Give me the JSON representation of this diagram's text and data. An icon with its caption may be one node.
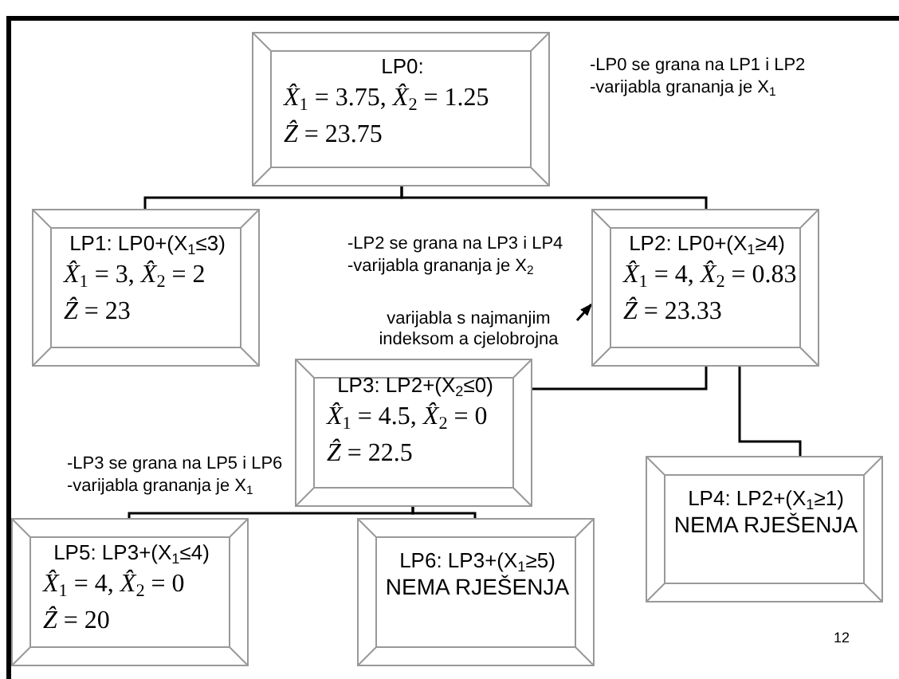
{
  "diagram": {
    "nodes": [
      {
        "text": [
          "LP0:",
          "*X̂*$_{1}$ = 3.75, *X̂*$_{2}$ = 1.25",
          "*Ẑ* = 23.75"
        ]
      },
      {
        "text": [
          "LP1: LP0+(X$_{1}$≤3)",
          "*X̂*$_{1}$ = 3, *X̂*$_{2}$ = 2",
          "*Ẑ* = 23"
        ]
      },
      {
        "text": [
          "LP2: LP0+(X$_{1}$≥4)",
          "*X̂*$_{1}$ = 4, *X̂*$_{2}$ = 0.83",
          "*Ẑ* = 23.33"
        ]
      },
      {
        "text": [
          "LP3: LP2+(X$_{2}$≤0)",
          "*X̂*$_{1}$ = 4.5, *X̂*$_{2}$ = 0",
          "*Ẑ* = 22.5"
        ]
      },
      {
        "text": [
          "LP4: LP2+(X$_{1}$≥1)",
          "NEMA RJEŠENJA"
        ]
      },
      {
        "text": [
          "LP5: LP3+(X$_{1}$≤4)",
          "*X̂*$_{1}$ = 4, *X̂*$_{2}$ = 0",
          "*Ẑ* = 20"
        ]
      },
      {
        "text": [
          "LP6: LP3+(X$_{1}$≥5)",
          "NEMA RJEŠENJA"
        ]
      },
      {
        "text": [
          "varijabla s najmanjim indeksom a cjelobrojna"
        ]
      }
    ],
    "edges": [
      {
        "from": 0,
        "to": 1,
        "arrow": "none"
      },
      {
        "from": 0,
        "to": 2,
        "arrow": "none"
      },
      {
        "from": 2,
        "to": 3,
        "arrow": "none"
      },
      {
        "from": 2,
        "to": 4,
        "arrow": "none"
      },
      {
        "from": 3,
        "to": 5,
        "arrow": "none"
      },
      {
        "from": 3,
        "to": 6,
        "arrow": "none"
      },
      {
        "from": 7,
        "to": 2,
        "arrow": "to"
      }
    ],
    "labels": [
      "-LP0 se grana na LP1 i LP2",
      "-varijabla grananja je X$_{1}$",
      "-LP2 se grana na LP3 i LP4",
      "-varijabla grananja je X$_{2}$",
      "-LP3 se grana na LP5 i LP6",
      "-varijabla grananja je X$_{1}$",
      "12"
    ]
  }
}
